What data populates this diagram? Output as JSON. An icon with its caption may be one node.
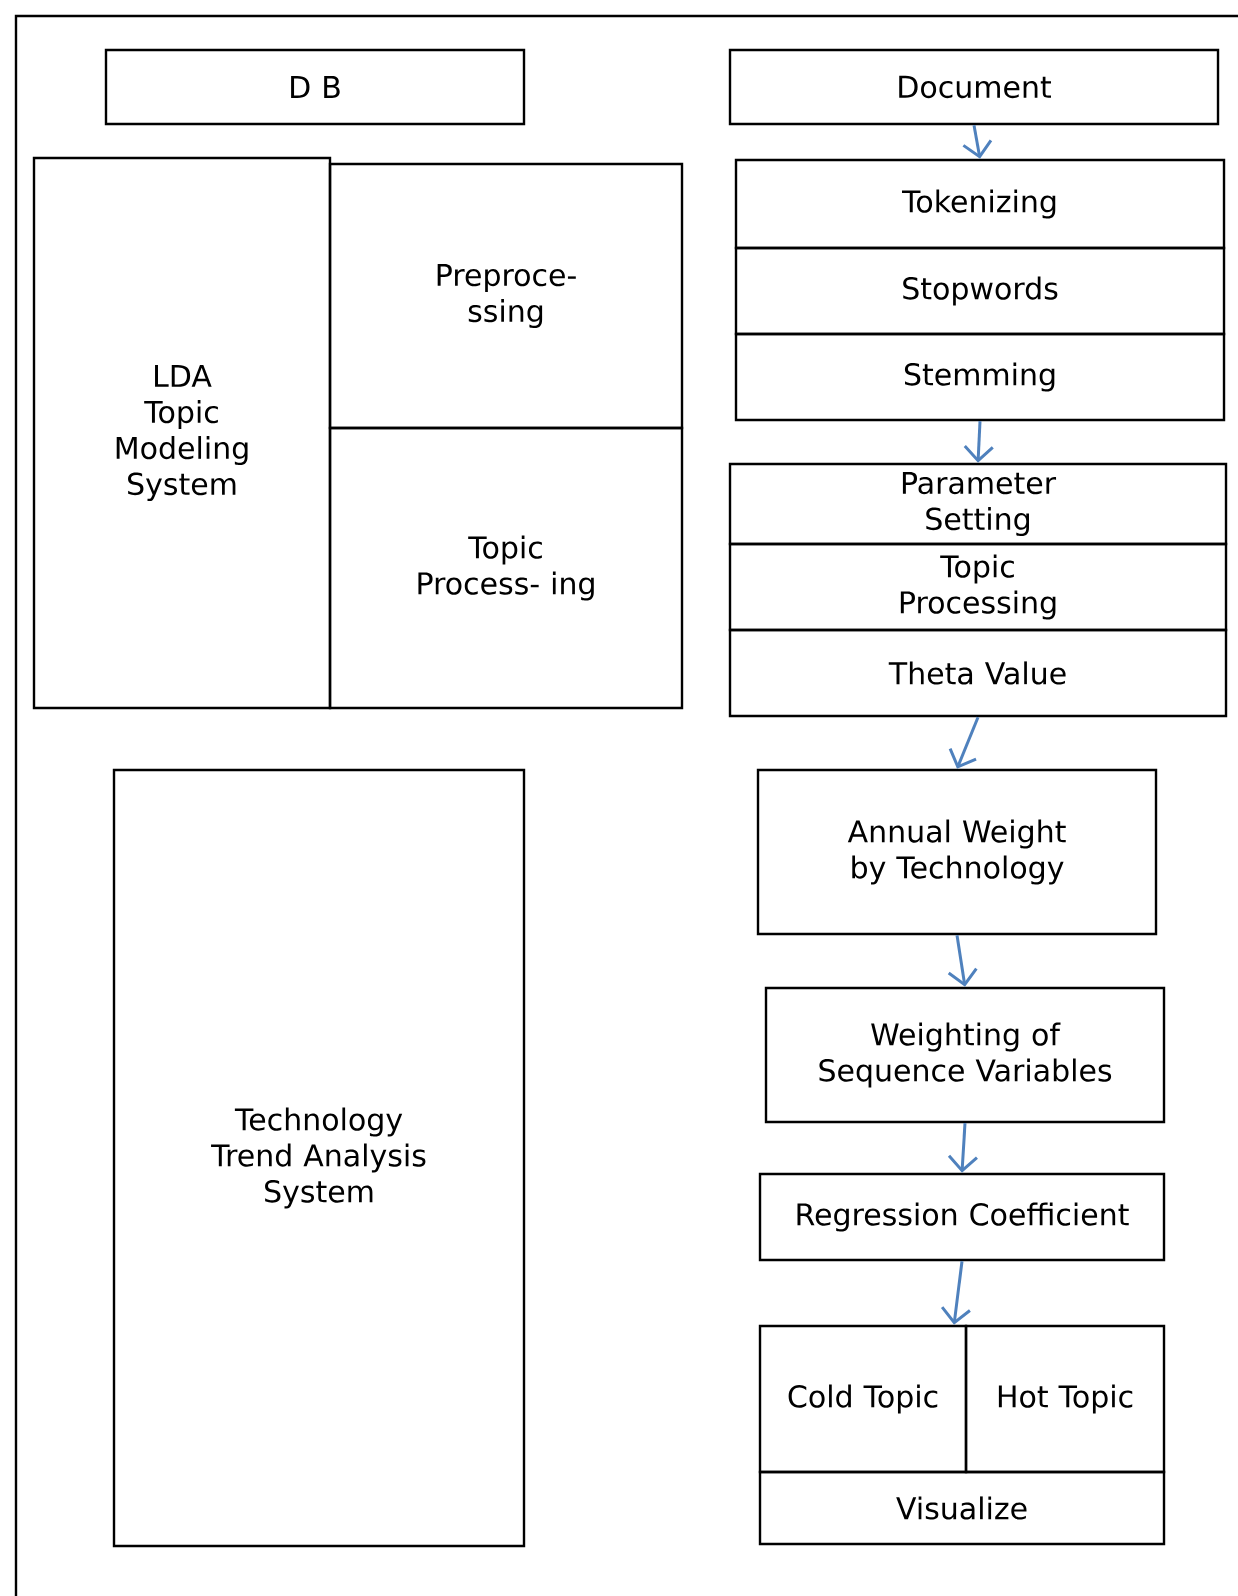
{
  "diagram": {
    "nodes": [
      {
        "text": [
          "D B"
        ]
      },
      {
        "text": [
          "Document"
        ]
      },
      {
        "text": [
          "LDA Topic Modeling System"
        ]
      },
      {
        "text": [
          "Preproce- ssing"
        ]
      },
      {
        "text": [
          "Topic Process- ing"
        ]
      },
      {
        "text": [
          "Tokenizing"
        ]
      },
      {
        "text": [
          "Stopwords"
        ]
      },
      {
        "text": [
          "Stemming"
        ]
      },
      {
        "text": [
          "Parameter Setting"
        ]
      },
      {
        "text": [
          "Topic Processing"
        ]
      },
      {
        "text": [
          "Theta Value"
        ]
      },
      {
        "text": [
          "Technology Trend Analysis System"
        ]
      },
      {
        "text": [
          "Annual Weight by Technology"
        ]
      },
      {
        "text": [
          "Weighting of Sequence Variables"
        ]
      },
      {
        "text": [
          "Regression Coefficient"
        ]
      },
      {
        "text": [
          "Cold Topic"
        ]
      },
      {
        "text": [
          "Hot Topic"
        ]
      },
      {
        "text": [
          "Visualize"
        ]
      }
    ],
    "edges": [
      {
        "from": 1,
        "to": 5,
        "arrow": "to"
      },
      {
        "from": 7,
        "to": 8,
        "arrow": "to"
      },
      {
        "from": 10,
        "to": 12,
        "arrow": "to"
      },
      {
        "from": 12,
        "to": 13,
        "arrow": "to"
      },
      {
        "from": 13,
        "to": 14,
        "arrow": "to"
      },
      {
        "from": 14,
        "to": 15,
        "arrow": "to"
      }
    ]
  }
}
